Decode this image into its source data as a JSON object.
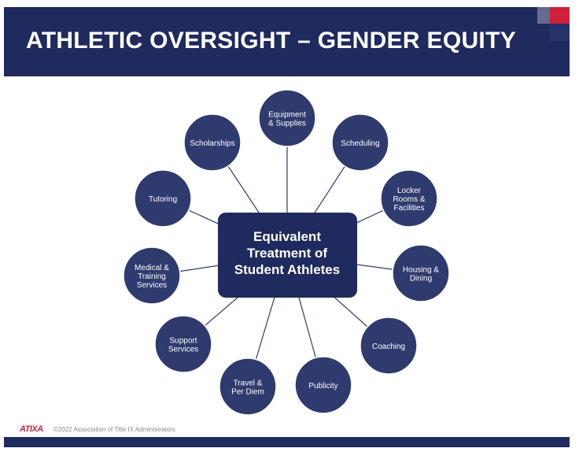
{
  "title": "ATHLETIC OVERSIGHT – GENDER EQUITY",
  "center": [
    "Equivalent",
    "Treatment of",
    "Student Athletes"
  ],
  "nodes": [
    {
      "lines": [
        "Equipment",
        "& Supplies"
      ]
    },
    {
      "lines": [
        "Scheduling"
      ]
    },
    {
      "lines": [
        "Locker",
        "Rooms &",
        "Facilities"
      ]
    },
    {
      "lines": [
        "Housing &",
        "Dining"
      ]
    },
    {
      "lines": [
        "Coaching"
      ]
    },
    {
      "lines": [
        "Publicity"
      ]
    },
    {
      "lines": [
        "Travel &",
        "Per Diem"
      ]
    },
    {
      "lines": [
        "Support",
        "Services"
      ]
    },
    {
      "lines": [
        "Medical &",
        "Training",
        "Services"
      ]
    },
    {
      "lines": [
        "Tutoring"
      ]
    },
    {
      "lines": [
        "Scholarships"
      ]
    }
  ],
  "footer": {
    "logo": "ATIXA",
    "copyright": "©2022 Association of Title IX Administrators"
  },
  "colors": {
    "navy": "#1f2a5e",
    "node": "#2f3a6e",
    "red": "#d0213a",
    "gray": "#646b8c"
  }
}
